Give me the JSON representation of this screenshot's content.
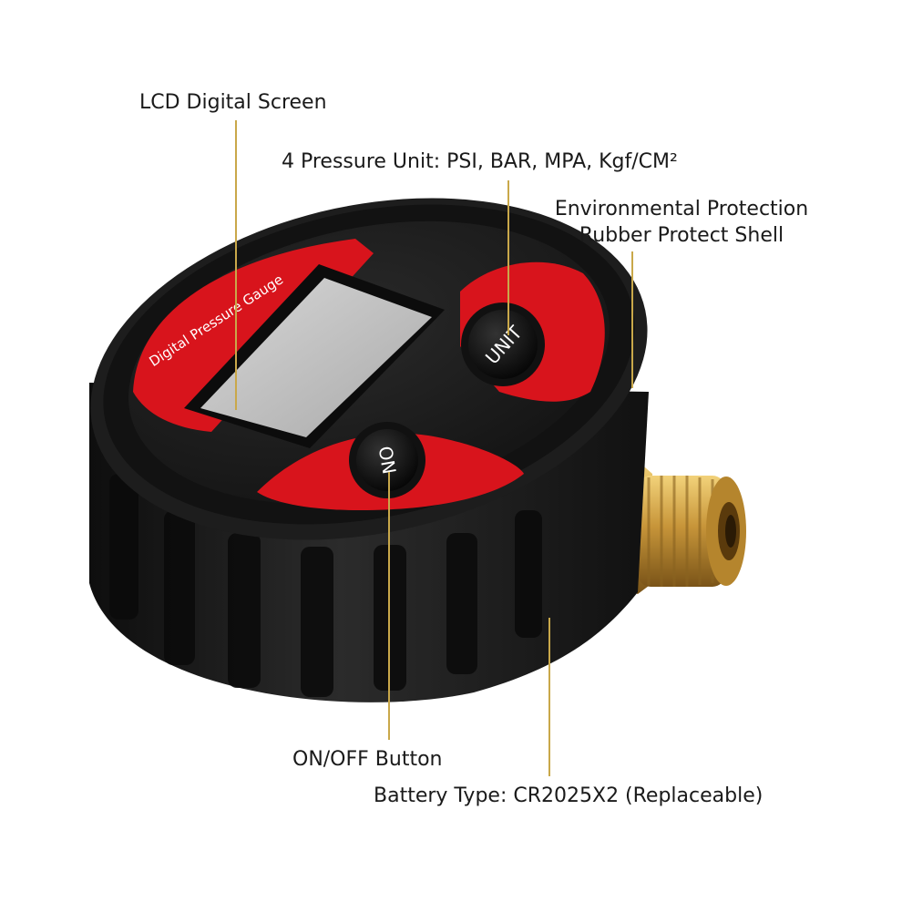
{
  "callouts": {
    "lcd_screen": "LCD Digital Screen",
    "pressure_units": "4 Pressure Unit: PSI, BAR, MPA, Kgf/CM²",
    "shell_line1": "Environmental Protection",
    "shell_line2": "Rubber Protect Shell",
    "on_off_button": "ON/OFF Button",
    "battery_type": "Battery Type: CR2025X2 (Replaceable)"
  },
  "device": {
    "face_text": "Digital Pressure Gauge",
    "unit_button_label": "UNIT",
    "on_button_label": "ON"
  },
  "colors": {
    "rubber_shell": "#1d1d1d",
    "face_red": "#d8141c",
    "lcd_screen": "#c9c9c9",
    "brass_fitting": "#c79a3a",
    "leader_line": "#c9a84a"
  }
}
